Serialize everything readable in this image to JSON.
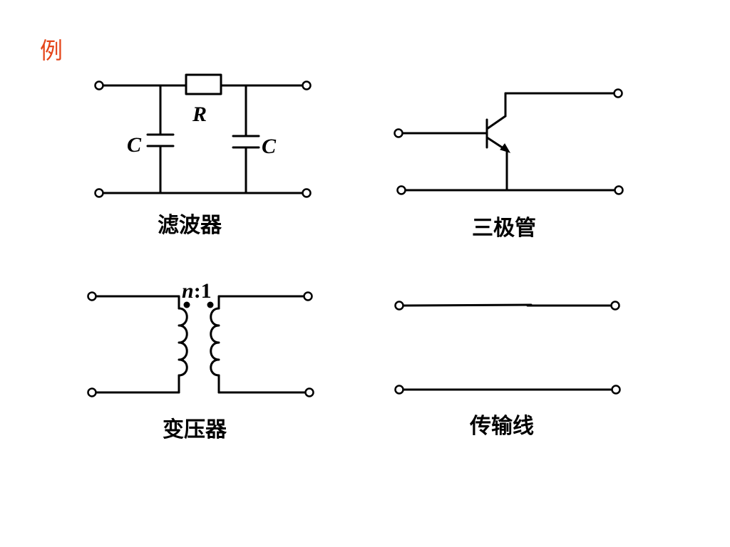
{
  "slide": {
    "heading": "例",
    "heading_color": "#e4451a"
  },
  "filter": {
    "caption": "滤波器",
    "resistor_label": "R",
    "capacitor_left_label": "C",
    "capacitor_right_label": "C"
  },
  "transistor": {
    "caption": "三极管"
  },
  "transformer": {
    "caption": "变压器",
    "ratio_n": "n",
    "ratio_rest": ":1"
  },
  "transmission_line": {
    "caption": "传输线"
  }
}
